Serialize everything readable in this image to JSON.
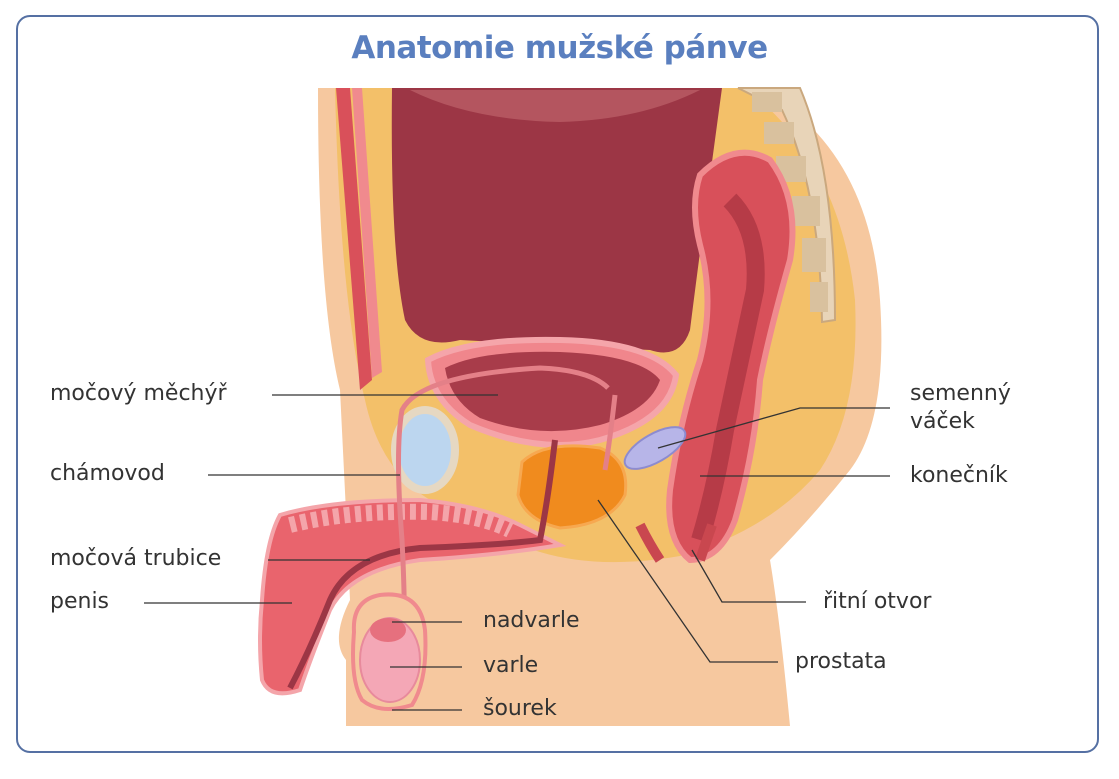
{
  "title": "Anatomie mužské pánve",
  "labels": {
    "mocovy_mechyr": "močový měchýř",
    "chamovod": "chámovod",
    "mocova_trubice": "močová trubice",
    "penis": "penis",
    "nadvarle": "nadvarle",
    "varle": "varle",
    "sourek": "šourek",
    "semenny": "semenný",
    "vacek": "váček",
    "konecnik": "konečník",
    "ritni_otvor": "řitní otvor",
    "prostata": "prostata"
  },
  "colors": {
    "frame": "#5570a3",
    "title": "#5a7fbf",
    "skin": "#f6c89f",
    "fat": "#f3c069",
    "bladder": "#9c3645",
    "prostate": "#f08b1e",
    "seminal_vesicle": "#b7b5e8",
    "testis": "#f4a7b6"
  }
}
